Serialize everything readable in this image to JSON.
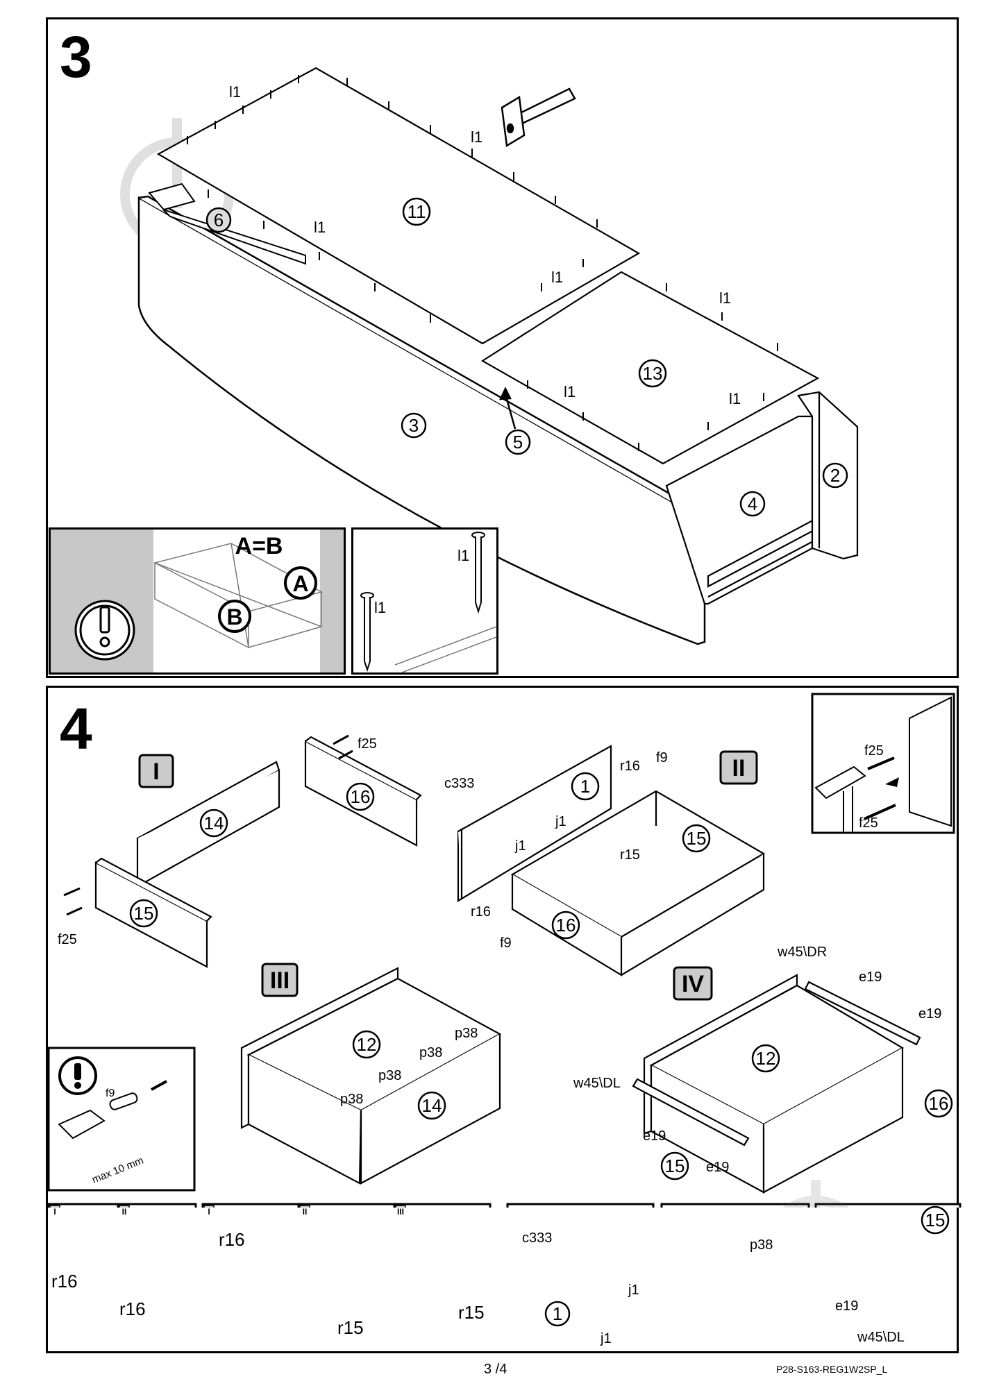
{
  "step3": {
    "number": "3",
    "part_labels": [
      "11",
      "13",
      "3",
      "2",
      "4",
      "5",
      "6"
    ],
    "nail_label": "l1",
    "detail_equation": "A=B",
    "detail_a": "A",
    "detail_b": "B"
  },
  "step4": {
    "number": "4",
    "substeps": [
      "I",
      "II",
      "III",
      "IV"
    ],
    "parts": {
      "p14": "14",
      "p15": "15",
      "p16": "16",
      "p1": "1",
      "p12": "12"
    },
    "hardware": {
      "f25": "f25",
      "f9": "f9",
      "r16": "r16",
      "r15": "r15",
      "j1": "j1",
      "c333": "c333",
      "p38": "p38",
      "e19": "e19",
      "w45dr": "w45\\DR",
      "w45dl": "w45\\DL"
    },
    "max_note": "max 10 mm",
    "detail_tabs": [
      "I",
      "II",
      "I",
      "II",
      "III"
    ]
  },
  "footer": {
    "page": "3 /4",
    "code": "P28-S163-REG1W2SP_L"
  }
}
